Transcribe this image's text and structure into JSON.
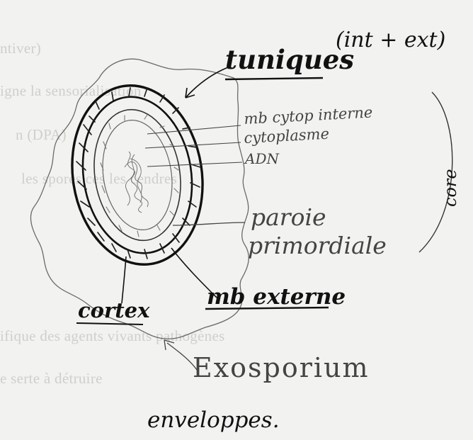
{
  "background_text": [
    "ntiver)",
    "igne la sensorialisation",
    "n (DPA)",
    "les spores           ces les cendres",
    "ifique des agents vivants pathogènes",
    "e serte à détruire"
  ],
  "labels": {
    "tuniques": "tuniques",
    "tuniques_note": "(int + ext)",
    "mb_cytop_interne": "mb cytop interne",
    "cytoplasme": "cytoplasme",
    "adn": "ADN",
    "core": "core",
    "paroi_line1": "paroie",
    "paroi_line2": "primordiale",
    "cortex": "cortex",
    "mb_externe": "mb externe",
    "exosporium": "Exosporium",
    "enveloppes": "enveloppes."
  }
}
